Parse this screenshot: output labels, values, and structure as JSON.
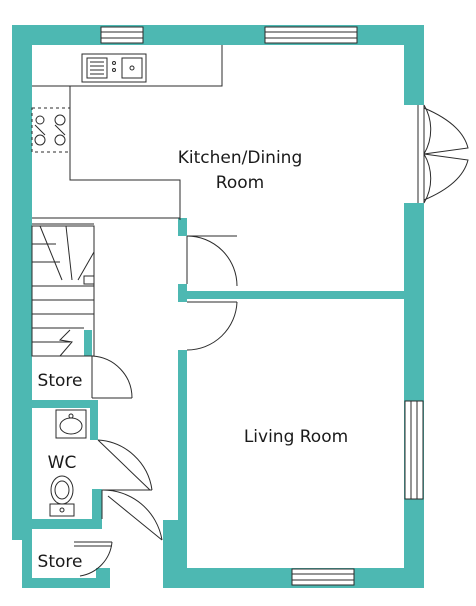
{
  "rooms": {
    "kitchen_line1": "Kitchen/Dining",
    "kitchen_line2": "Room",
    "living": "Living Room",
    "store_upper": "Store",
    "wc": "WC",
    "store_lower": "Store"
  },
  "colors": {
    "wall": "#4DB8B2",
    "line": "#2b2b2b",
    "background": "#ffffff"
  },
  "icons": [
    "sink-icon",
    "hob-icon",
    "toilet-icon",
    "basin-icon",
    "staircase-icon",
    "door-swing-icon",
    "window-icon",
    "french-doors-icon"
  ]
}
